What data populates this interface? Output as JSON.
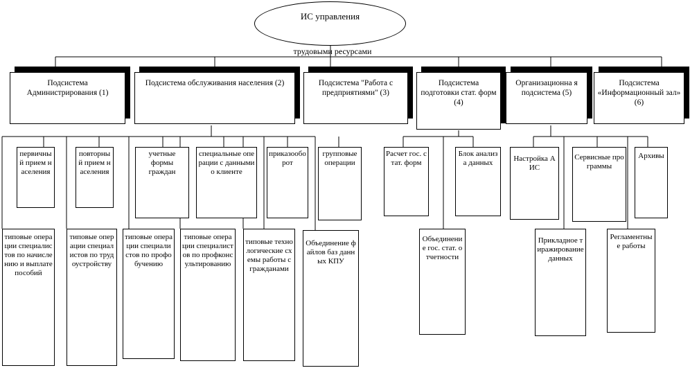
{
  "root": {
    "label_line1": "ИС управления",
    "label_line2": "трудовыми ресурсами"
  },
  "subsystems": [
    {
      "id": "s1",
      "label": "Подсистема Администрирования (1)"
    },
    {
      "id": "s2",
      "label": "Подсистема обслуживания населения (2)"
    },
    {
      "id": "s3",
      "label": "Подсистема \"Работа с предприятиями\" (3)"
    },
    {
      "id": "s4",
      "label": "Подсистема подготовки стат. форм (4)"
    },
    {
      "id": "s5",
      "label": "Организационна я подсистема (5)"
    },
    {
      "id": "s6",
      "label": "Подсистема «Информационный зал» (6)"
    }
  ],
  "leaves": {
    "l1": "первичный прием населения",
    "l2": "повторный прием населения",
    "l3": "учетные формы граждан",
    "l4": "специальные операции с данными о клиенте",
    "l5": "приказооборот",
    "l6": "групповые операции",
    "l7": "типовые операции специалистов по начислению и выплате пособий",
    "l8": "типовые операции специалистов по трудоустройству",
    "l9": "типовые операции специалистов по профобучению",
    "l10": "типовые операции специалистов по профконсультированию",
    "l11": "типовые технологические схемы работы с гражданами",
    "l12": "Объединение файлов баз данных КПУ",
    "l13": "Расчет гос. стат. форм",
    "l14": "Блок анализа данных",
    "l15": "Объединение гос. стат. отчетности",
    "l16": "Настройка АИС",
    "l17": "Сервисные программы",
    "l18": "Архивы",
    "l19": "Прикладное тиражирование данных",
    "l20": "Регламентные работы"
  }
}
